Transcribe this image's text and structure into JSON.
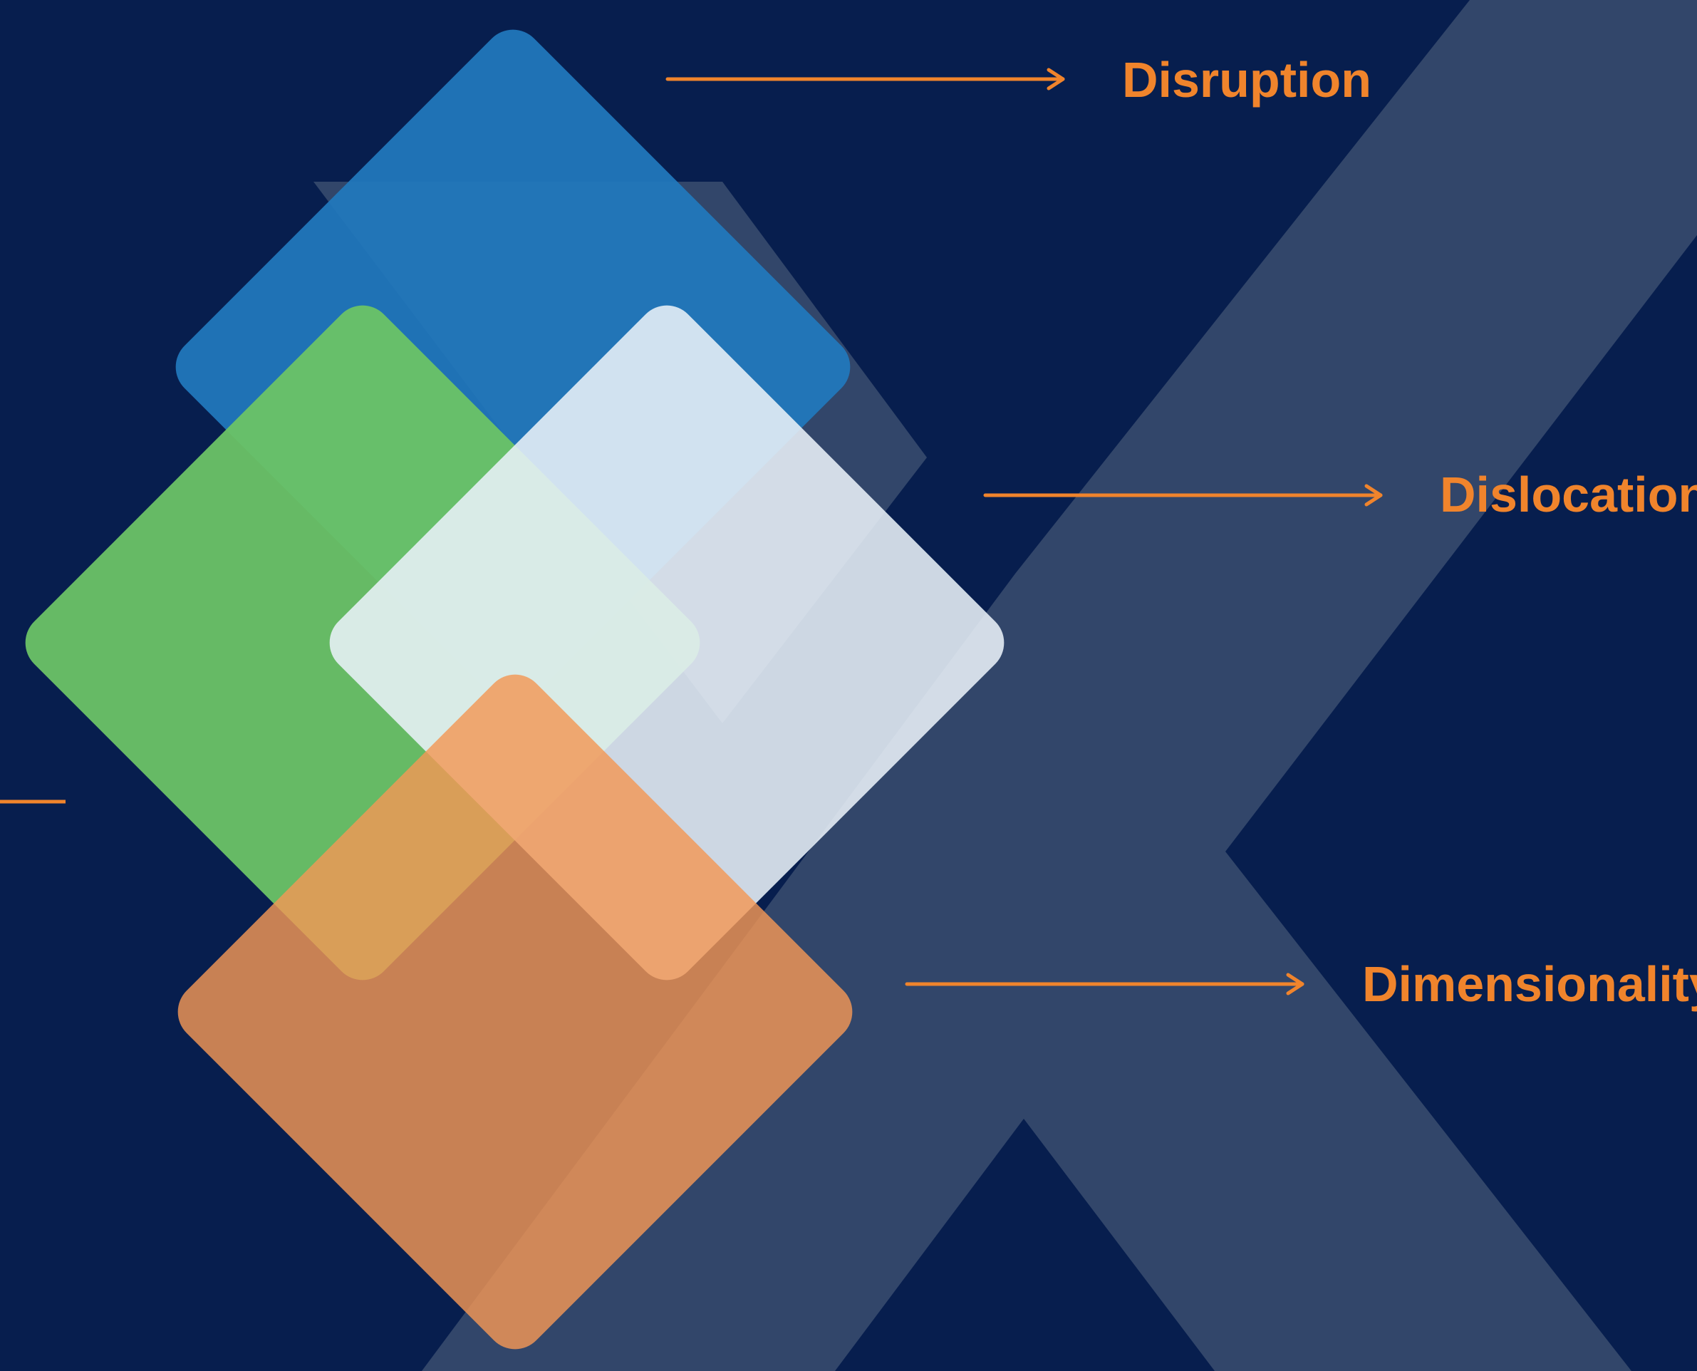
{
  "colors": {
    "background": "#071E4E",
    "watermark": "#32466A",
    "accent": "#F0842C",
    "blue": "#2179BD",
    "green": "#6CC366",
    "light_blue": "#D4E6F3",
    "orange": "#F39756"
  },
  "labels": {
    "disruption": "Disruption",
    "dislocation": "Dislocation",
    "dimensionality": "Dimensionality"
  }
}
